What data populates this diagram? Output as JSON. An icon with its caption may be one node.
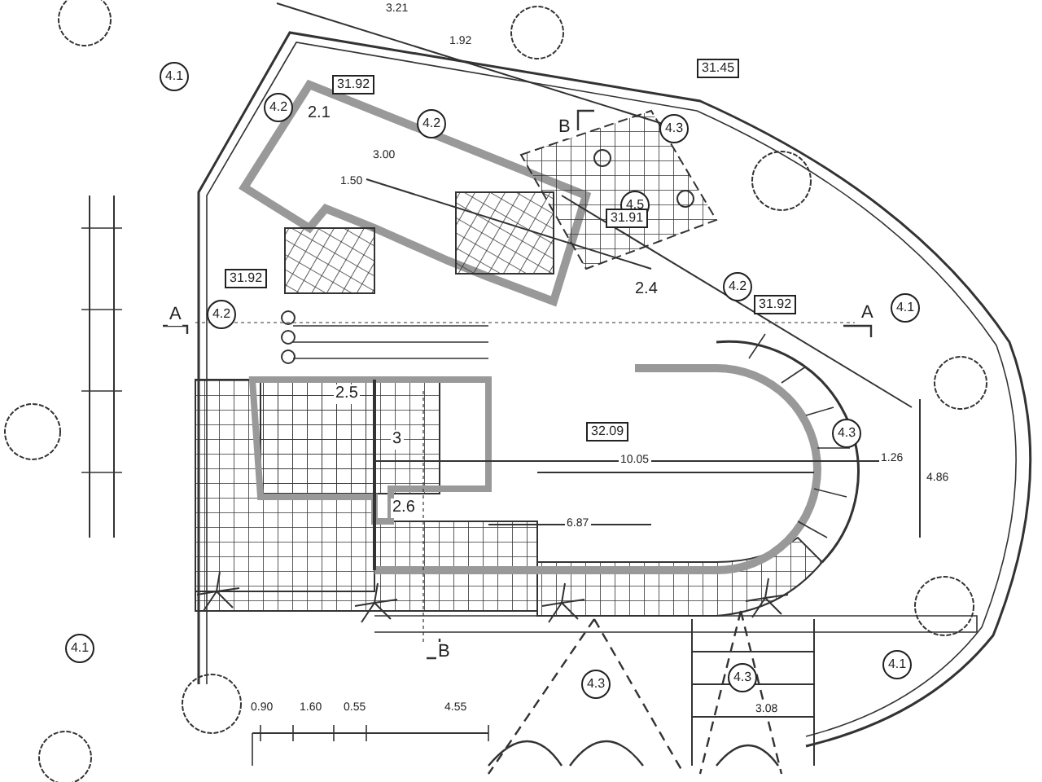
{
  "diagram": {
    "labels": [
      "4.1",
      "31.92",
      "4.2",
      "2.1",
      "4.2",
      "3.21",
      "1.92",
      "31.45",
      "B",
      "4.3",
      "4.5",
      "31.91",
      "3.00",
      "1.50",
      "31.92",
      "4.2",
      "A",
      "2.4",
      "4.2",
      "31.92",
      "A",
      "4.1",
      "2.5",
      "3",
      "2.6",
      "32.09",
      "4.3",
      "10.05",
      "1.26",
      "4.86",
      "6.87",
      "B",
      "4.1",
      "0.90",
      "1.60",
      "0.55",
      "4.55",
      "4.3",
      "4.3",
      "3.08",
      "4.1"
    ]
  }
}
